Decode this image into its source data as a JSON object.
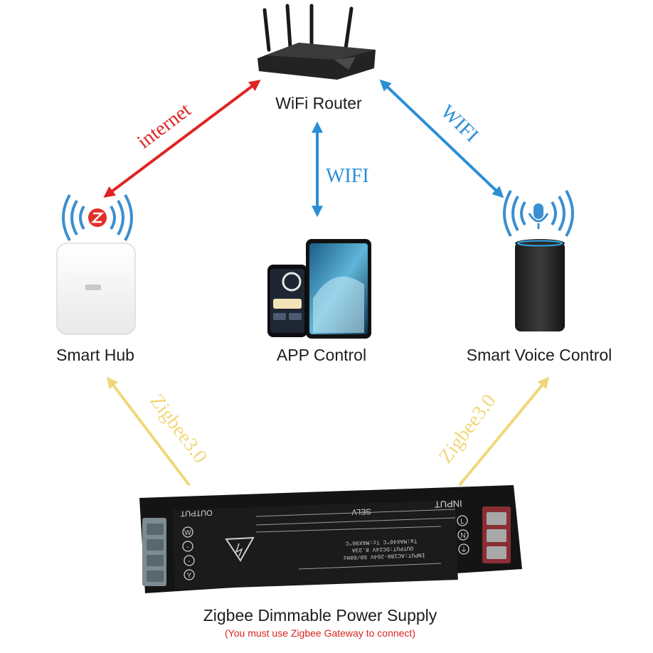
{
  "nodes": {
    "router": "WiFi Router",
    "hub": "Smart Hub",
    "app": "APP Control",
    "voice": "Smart Voice Control",
    "power_supply": "Zigbee Dimmable Power Supply",
    "power_supply_note": "(You must use Zigbee Gateway to connect)"
  },
  "links": {
    "internet": "internet",
    "wifi_center": "WIFI",
    "wifi_right": "WIFI",
    "zigbee_left": "Zigbee3.0",
    "zigbee_right": "Zigbee3.0"
  },
  "device_markings": {
    "output": "OUTPUT",
    "input": "INPUT",
    "output_terminals": [
      "W",
      "-",
      "-",
      "Y"
    ],
    "input_terminals": [
      "L",
      "N",
      "⏚"
    ],
    "brand_mark": "SELV",
    "spec_lines": [
      "INPUT:AC180-264V 50/60Hz",
      "OUTPUT:DC24V 8.33A",
      "Ta:MAX40°C  Tc:MAX90°C"
    ]
  },
  "colors": {
    "internet_arrow": "#e02424",
    "wifi_arrow": "#2b8fd6",
    "zigbee_arrow": "#f1d77a",
    "note_text": "#d8231f"
  },
  "icons": [
    "router-icon",
    "zigbee-badge-icon",
    "microphone-icon",
    "phone-icon",
    "tablet-icon",
    "smart-speaker-icon"
  ]
}
